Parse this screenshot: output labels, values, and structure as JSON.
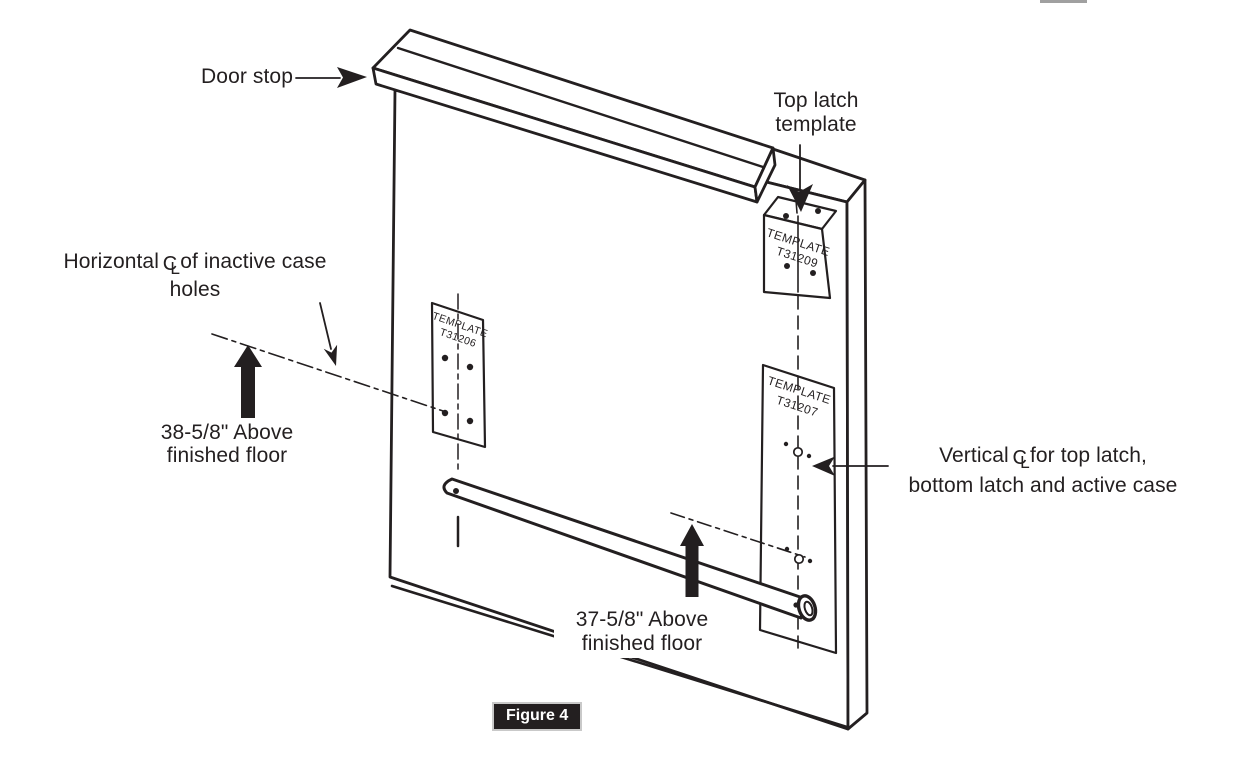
{
  "figure": {
    "badge": "Figure 4"
  },
  "symbols": {
    "centerline_c": "C",
    "centerline_l": "L"
  },
  "labels": {
    "door_stop": "Door stop",
    "top_latch_line1": "Top latch",
    "top_latch_line2": "template",
    "horizontal_cl_before": "Horizontal",
    "horizontal_cl_after": "of inactive case",
    "horizontal_cl_line2": "holes",
    "dim_38_line1": "38-5/8\" Above",
    "dim_38_line2": "finished floor",
    "dim_37_line1": "37-5/8\" Above",
    "dim_37_line2": "finished floor",
    "vertical_cl_before": "Vertical",
    "vertical_cl_after": "for top latch,",
    "vertical_cl_line2": "bottom latch and active case"
  },
  "templates": {
    "top_latch": {
      "name": "TEMPLATE",
      "number": "T31209"
    },
    "inactive_case": {
      "name": "TEMPLATE",
      "number": "T31206"
    },
    "active_case": {
      "name": "TEMPLATE",
      "number": "T31207"
    }
  },
  "colors": {
    "line": "#231f20",
    "badge_bg": "#231f20",
    "badge_text": "#ffffff"
  }
}
